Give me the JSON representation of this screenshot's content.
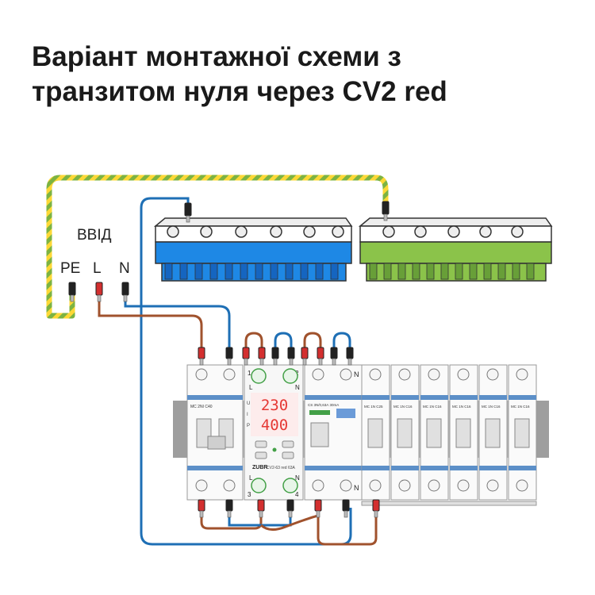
{
  "title": {
    "line1": "Варіант монтажної схеми з",
    "line2": "транзитом нуля через CV2 red"
  },
  "inputs": {
    "group_label": "ВВІД",
    "pe": "PE",
    "l": "L",
    "n": "N"
  },
  "relay": {
    "display_top": "230",
    "display_bottom": "400",
    "brand": "ZUBR",
    "model": "CV2-63 red 63A",
    "terminal_1": "1",
    "terminal_2": "2",
    "terminal_3": "3",
    "terminal_4": "4",
    "terminal_l_top": "L",
    "terminal_n_top": "N",
    "terminal_l_bottom": "L",
    "terminal_n_bottom": "N",
    "side_u": "U",
    "side_i": "I",
    "side_p": "P"
  },
  "rcd": {
    "n_top": "N",
    "n_bottom": "N",
    "label": "CS 3N/0,63А 30mA"
  },
  "breakers": [
    {
      "label": "MC 2NI C40"
    },
    {
      "label": "MC 1N C25"
    },
    {
      "label": "MC 1N C16"
    },
    {
      "label": "MC 1N C16"
    },
    {
      "label": "MC 1N C16"
    },
    {
      "label": "MC 1N C16"
    },
    {
      "label": "MC 1N C16"
    }
  ],
  "colors": {
    "neutral_bus": "#1e88e5",
    "pe_bus": "#8bc34a",
    "phase_wire": "#a0522d",
    "neutral_wire": "#1e6fb5",
    "pe_wire_green": "#7cb342",
    "pe_wire_yellow": "#fdd835",
    "red_ferrule": "#d32f2f",
    "display_red": "#e53935"
  }
}
